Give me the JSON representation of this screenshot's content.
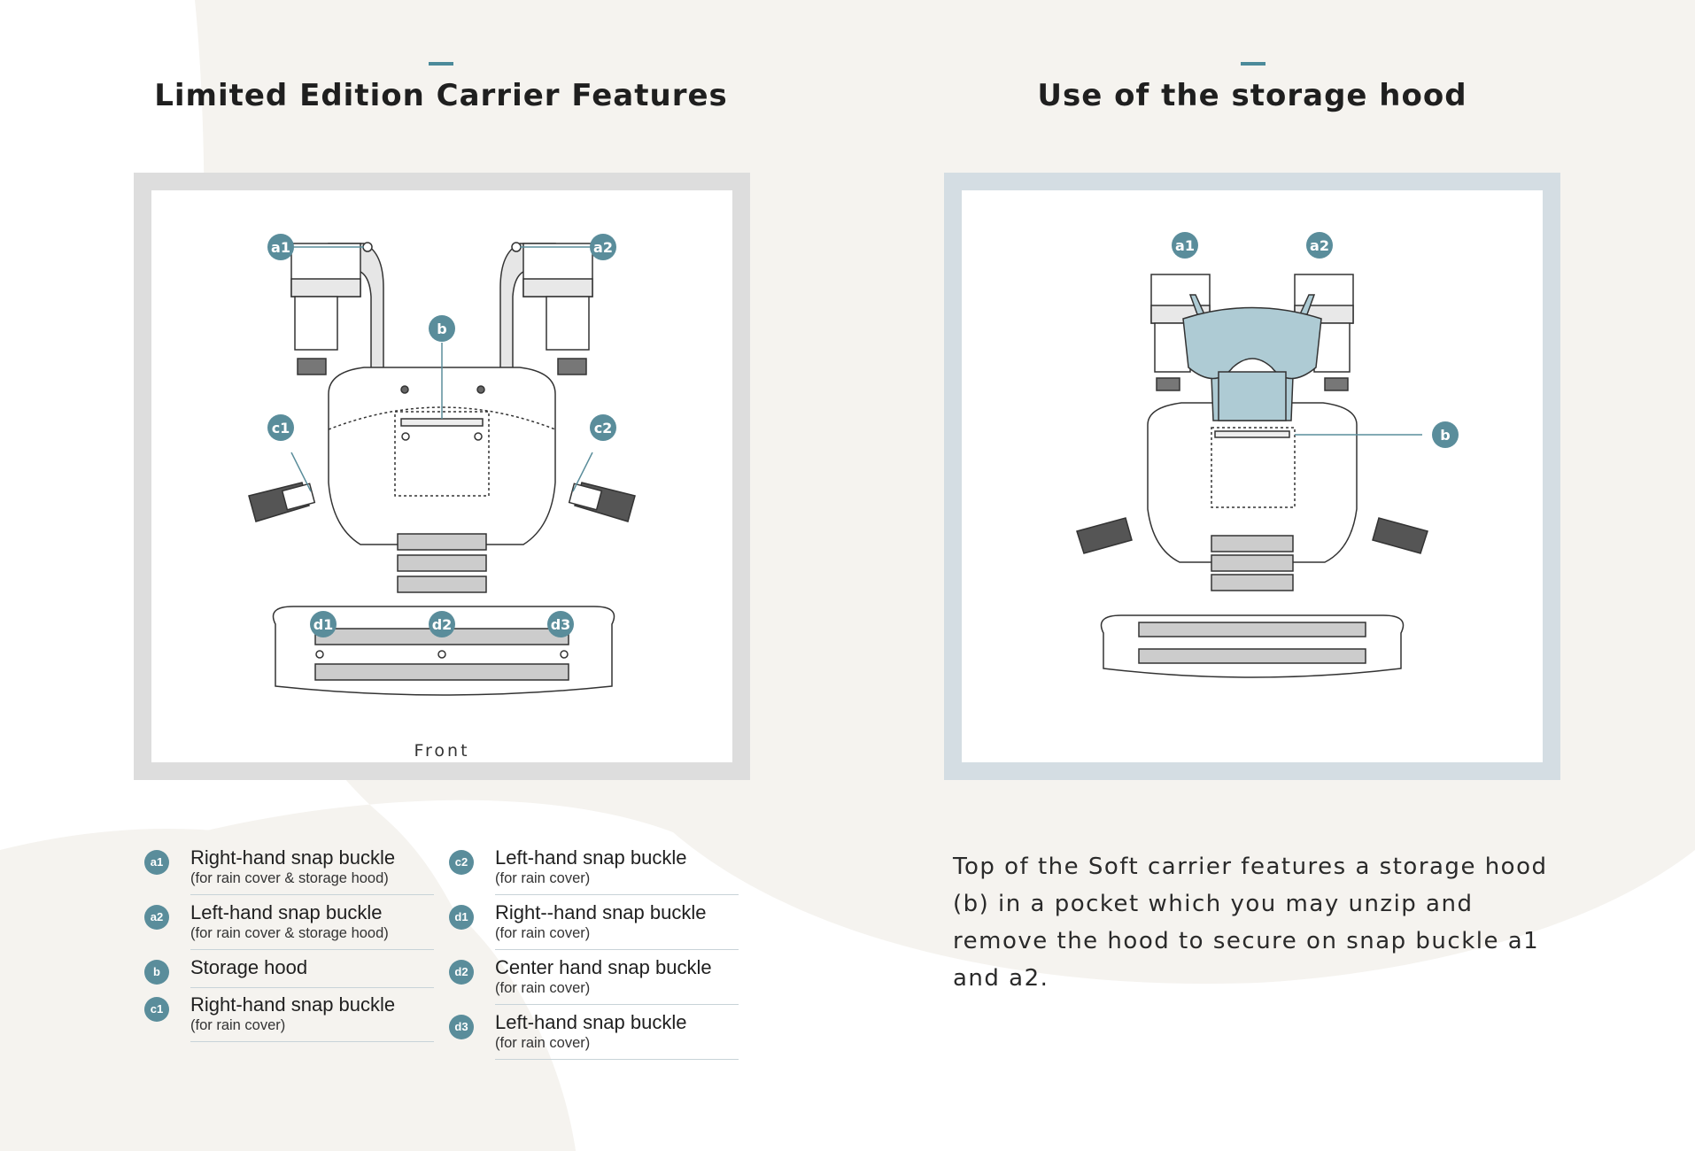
{
  "colors": {
    "accent": "#4b8a9a",
    "badge": "#5a8d9b",
    "hood": "#aecbd4",
    "background_blob": "#f5f3ef"
  },
  "left_section": {
    "title": "Limited Edition Carrier Features",
    "view_label": "Front",
    "callouts": [
      "a1",
      "a2",
      "b",
      "c1",
      "c2",
      "d1",
      "d2",
      "d3"
    ]
  },
  "right_section": {
    "title": "Use of the storage hood",
    "callouts": [
      "a1",
      "a2",
      "b"
    ]
  },
  "legend": {
    "col1": [
      {
        "badge": "a1",
        "label": "Right-hand snap buckle",
        "sub": "(for rain cover & storage hood)"
      },
      {
        "badge": "a2",
        "label": "Left-hand snap buckle",
        "sub": "(for rain cover & storage hood)"
      },
      {
        "badge": "b",
        "label": "Storage hood",
        "sub": ""
      },
      {
        "badge": "c1",
        "label": "Right-hand snap buckle",
        "sub": "(for rain cover)"
      }
    ],
    "col2": [
      {
        "badge": "c2",
        "label": "Left-hand snap buckle",
        "sub": "(for rain cover)"
      },
      {
        "badge": "d1",
        "label": "Right--hand snap buckle",
        "sub": "(for rain cover)"
      },
      {
        "badge": "d2",
        "label": "Center hand snap buckle",
        "sub": "(for rain cover)"
      },
      {
        "badge": "d3",
        "label": "Left-hand snap buckle",
        "sub": "(for rain cover)"
      }
    ]
  },
  "description": "Top of the Soft carrier features a storage hood (b) in a pocket which you may unzip and remove the hood to secure on snap buckle a1 and a2."
}
